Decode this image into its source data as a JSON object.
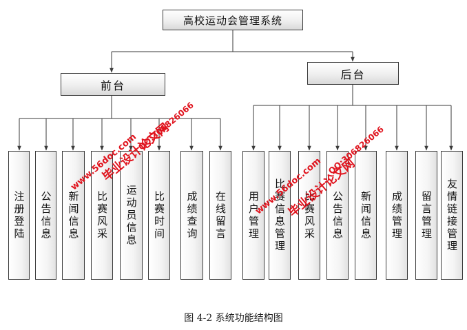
{
  "root": "高校运动会管理系统",
  "front": {
    "label": "前台",
    "items": [
      "注册登陆",
      "公告信息",
      "新闻信息",
      "比赛风采",
      "运动员信息",
      "比赛时间",
      "成绩查询",
      "在线留言"
    ]
  },
  "back": {
    "label": "后台",
    "items": [
      "用户管理",
      "比赛信息管理",
      "比赛风采",
      "公告信息",
      "新闻信息",
      "成绩管理",
      "留言管理",
      "友情链接管理"
    ]
  },
  "caption": "图 4-2 系统功能结构图",
  "watermarks": {
    "url": "www.56doc.com",
    "title": "毕业设计论文网",
    "qq": "QQ:306826066"
  },
  "colors": {
    "line": "#3a3a3a",
    "watermark": "#e0141e"
  }
}
